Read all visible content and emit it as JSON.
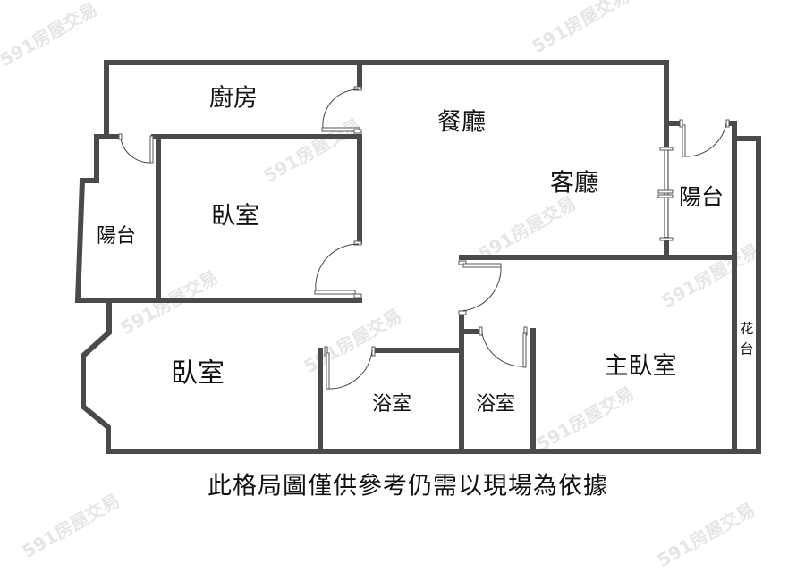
{
  "rooms": {
    "kitchen": "廚房",
    "dining": "餐廳",
    "living": "客廳",
    "balcony_right": "陽台",
    "bedroom_upper": "臥室",
    "balcony_left": "陽台",
    "bedroom_lower": "臥室",
    "bath_left": "浴室",
    "bath_right": "浴室",
    "master_bedroom": "主臥室",
    "planter_1": "花",
    "planter_2": "台"
  },
  "caption": "此格局圖僅供參考仍需以現場為依據",
  "watermark": "591房屋交易",
  "colors": {
    "wall": "#4a4a4a",
    "text": "#111111",
    "watermark": "#e6e6e6"
  }
}
